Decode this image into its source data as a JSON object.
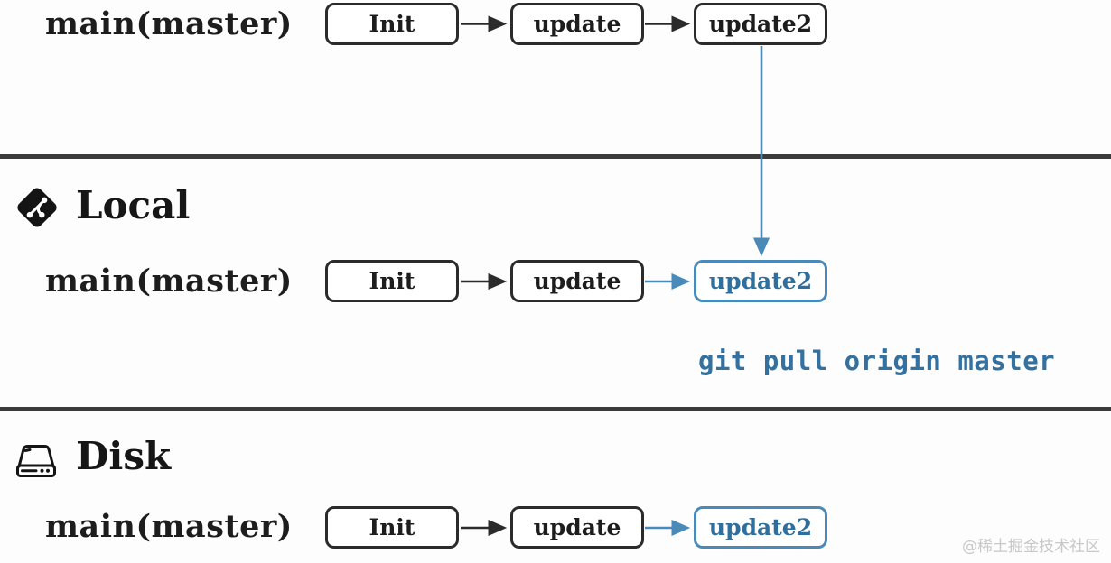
{
  "colors": {
    "node_border": "#2b2b2b",
    "node_text": "#1d1d1d",
    "accent_blue": "#4a8ab8",
    "accent_blue_text": "#2e6f9e",
    "divider": "#3b3b3b",
    "watermark_gray": "#c8c8c8"
  },
  "sections": {
    "remote": {
      "branch_label": "main(master)",
      "nodes": [
        {
          "label": "Init",
          "style": "default"
        },
        {
          "label": "update",
          "style": "default"
        },
        {
          "label": "update2",
          "style": "default"
        }
      ]
    },
    "local": {
      "title": "Local",
      "icon": "git-icon",
      "branch_label": "main(master)",
      "nodes": [
        {
          "label": "Init",
          "style": "default"
        },
        {
          "label": "update",
          "style": "default"
        },
        {
          "label": "update2",
          "style": "highlight-blue"
        }
      ],
      "command": "git pull origin master"
    },
    "disk": {
      "title": "Disk",
      "icon": "disk-icon",
      "branch_label": "main(master)",
      "nodes": [
        {
          "label": "Init",
          "style": "default"
        },
        {
          "label": "update",
          "style": "default"
        },
        {
          "label": "update2",
          "style": "highlight-blue"
        }
      ]
    }
  },
  "watermark": "@稀土掘金技术社区"
}
